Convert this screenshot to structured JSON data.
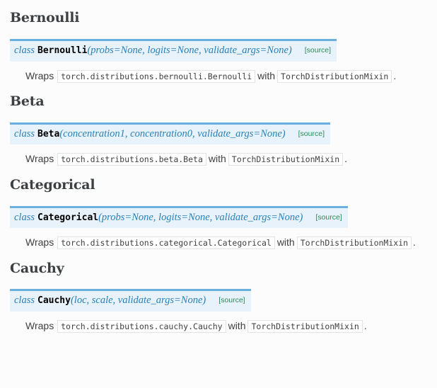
{
  "page": {
    "background": "#fcfcfc",
    "accent_border": "#6ab0de",
    "signature_bg": "#e7f2fa",
    "keyword_color": "#2980b9",
    "source_link_color": "#2e8b57"
  },
  "sections": [
    {
      "title": "Bernoulli",
      "keyword": "class",
      "class_name": "Bernoulli",
      "params": "(probs=None, logits=None, validate_args=None)",
      "source_label": "[source]",
      "wraps_prefix": "Wraps",
      "wrapped_target": "torch.distributions.bernoulli.Bernoulli",
      "connector": "with",
      "mixin": "TorchDistributionMixin",
      "period": "."
    },
    {
      "title": "Beta",
      "keyword": "class",
      "class_name": "Beta",
      "params": "(concentration1, concentration0, validate_args=None)",
      "source_label": "[source]",
      "wraps_prefix": "Wraps",
      "wrapped_target": "torch.distributions.beta.Beta",
      "connector": "with",
      "mixin": "TorchDistributionMixin",
      "period": "."
    },
    {
      "title": "Categorical",
      "keyword": "class",
      "class_name": "Categorical",
      "params": "(probs=None, logits=None, validate_args=None)",
      "source_label": "[source]",
      "wraps_prefix": "Wraps",
      "wrapped_target": "torch.distributions.categorical.Categorical",
      "connector": "with",
      "mixin": "TorchDistributionMixin",
      "period": "."
    },
    {
      "title": "Cauchy",
      "keyword": "class",
      "class_name": "Cauchy",
      "params": "(loc, scale, validate_args=None)",
      "source_label": "[source]",
      "wraps_prefix": "Wraps",
      "wrapped_target": "torch.distributions.cauchy.Cauchy",
      "connector": "with",
      "mixin": "TorchDistributionMixin",
      "period": "."
    }
  ]
}
